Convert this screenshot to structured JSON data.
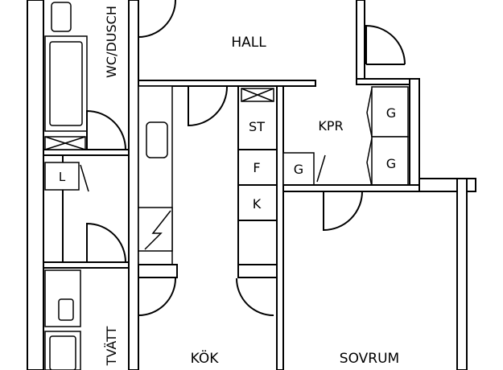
{
  "rooms": {
    "hall": "HALL",
    "wc": "WC/DUSCH",
    "kpr": "KPR",
    "kok": "KÖK",
    "sovrum": "SOVRUM",
    "tvatt": "TVÄTT"
  },
  "fixtures": {
    "st": "ST",
    "f": "F",
    "k": "K",
    "g_small": "G",
    "g_top": "G",
    "g_bottom": "G",
    "l": "L"
  },
  "colors": {
    "line": "#000000",
    "background": "#ffffff"
  }
}
